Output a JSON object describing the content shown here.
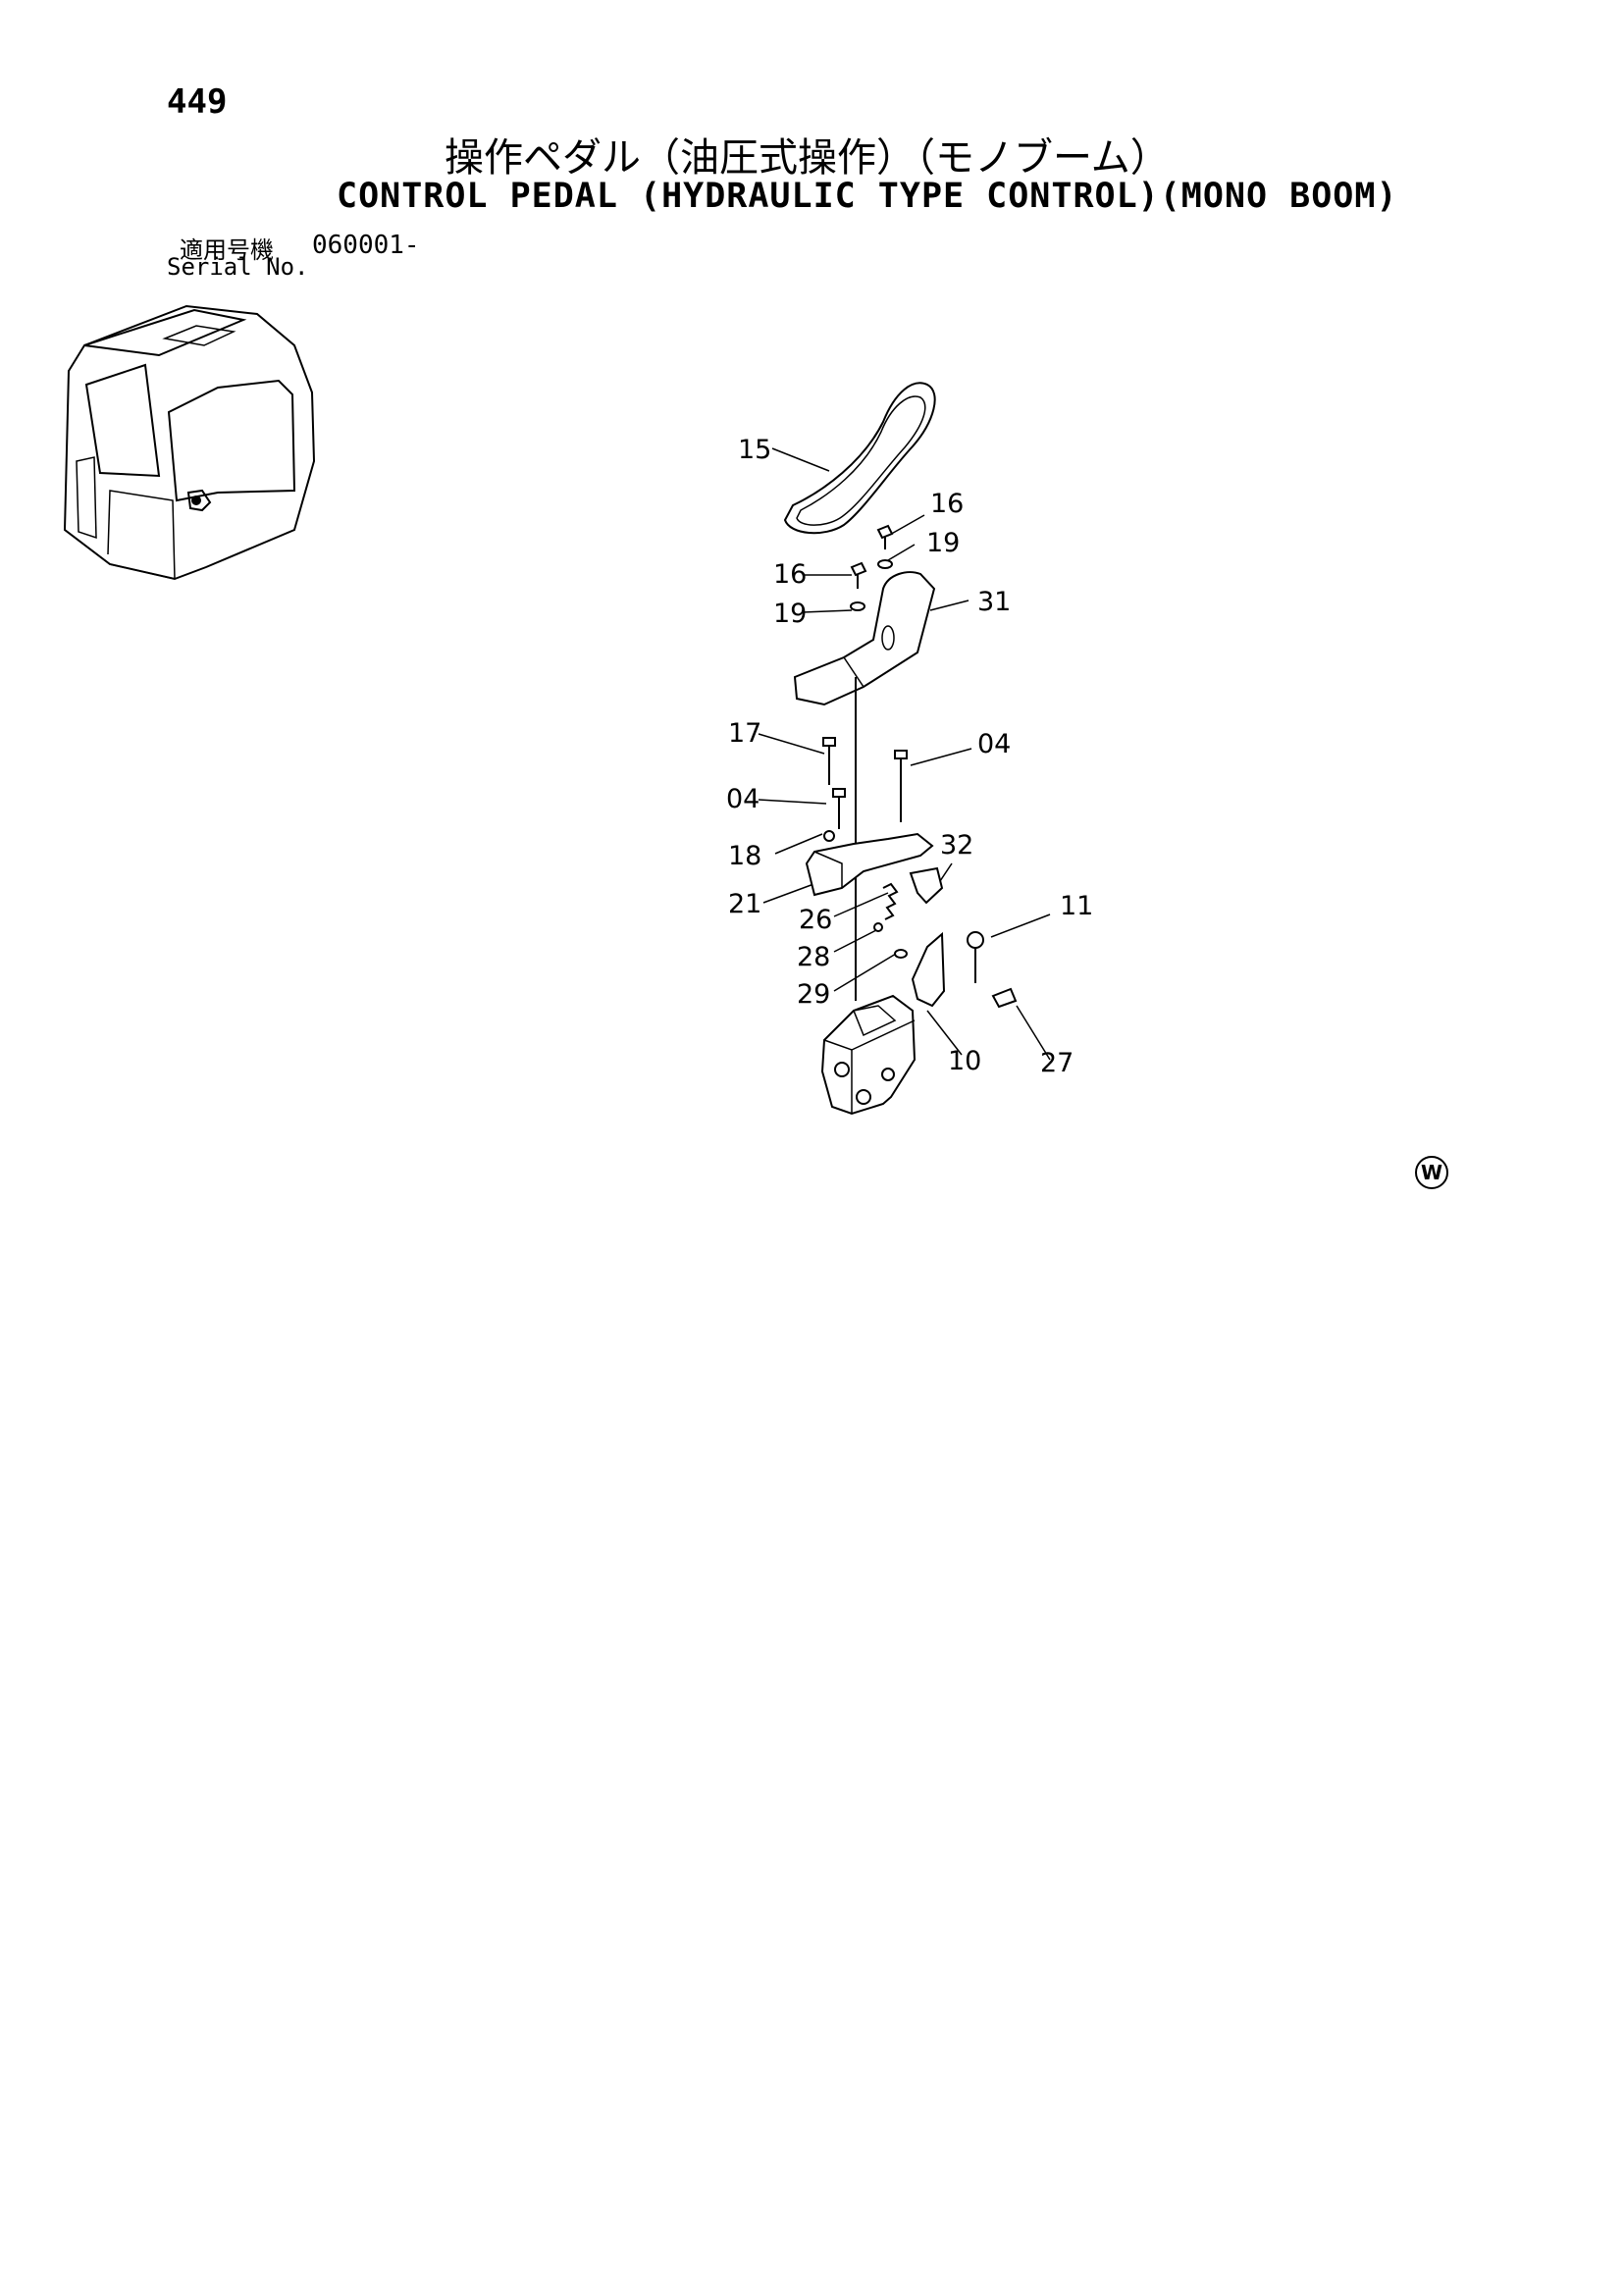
{
  "page_number": "449",
  "title_jp": "操作ペダル（油圧式操作）（モノブーム）",
  "title_en": "CONTROL PEDAL (HYDRAULIC TYPE CONTROL)(MONO BOOM)",
  "serial": {
    "label_jp": "適用号機",
    "label_en": "Serial No.",
    "value": "060001-"
  },
  "callouts": [
    "15",
    "16",
    "19",
    "16",
    "19",
    "31",
    "17",
    "04",
    "04",
    "18",
    "32",
    "21",
    "26",
    "11",
    "28",
    "29",
    "10",
    "27"
  ],
  "mark": "W"
}
